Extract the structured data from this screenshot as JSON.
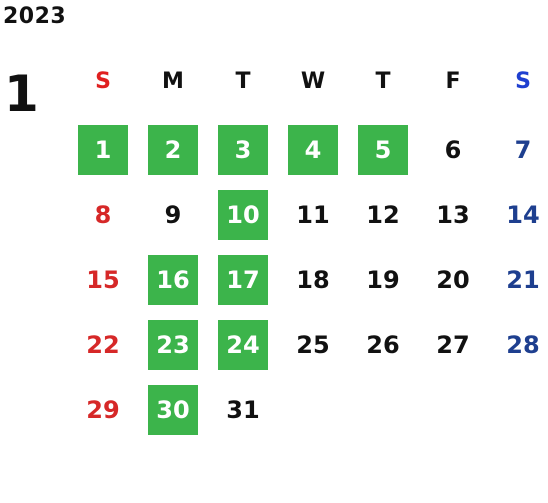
{
  "year": "2023",
  "month": "1",
  "weekdays": [
    "S",
    "M",
    "T",
    "W",
    "T",
    "F",
    "S"
  ],
  "colors": {
    "sunday": "#d62828",
    "saturday": "#1e3f8f",
    "weekday": "#111111",
    "highlight_bg": "#3cb44b",
    "highlight_text": "#ffffff"
  },
  "weeks": [
    [
      "1",
      "2",
      "3",
      "4",
      "5",
      "6",
      "7"
    ],
    [
      "8",
      "9",
      "10",
      "11",
      "12",
      "13",
      "14"
    ],
    [
      "15",
      "16",
      "17",
      "18",
      "19",
      "20",
      "21"
    ],
    [
      "22",
      "23",
      "24",
      "25",
      "26",
      "27",
      "28"
    ],
    [
      "29",
      "30",
      "31",
      "",
      "",
      "",
      ""
    ]
  ],
  "highlighted_days": [
    "1",
    "2",
    "3",
    "4",
    "5",
    "10",
    "16",
    "17",
    "23",
    "24",
    "30"
  ]
}
